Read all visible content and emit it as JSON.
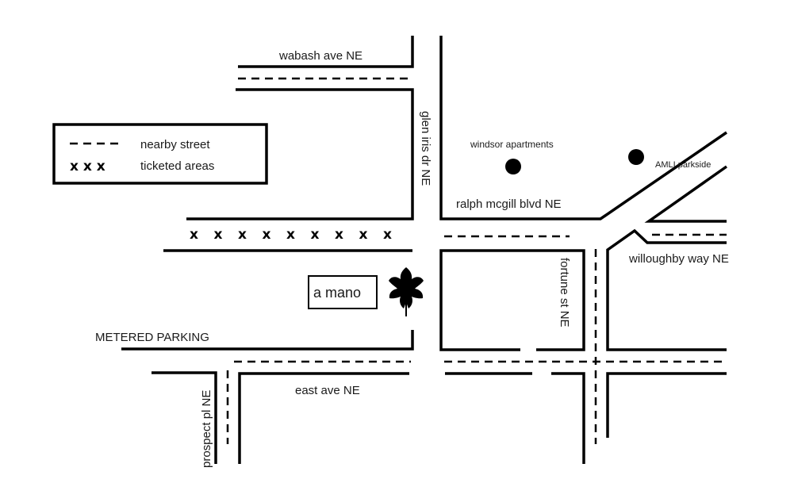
{
  "legend": {
    "nearby_street": "nearby street",
    "ticketed_areas": "ticketed areas",
    "ticketed_symbol": "x x x"
  },
  "streets": {
    "wabash": "wabash ave NE",
    "glen_iris": "glen iris dr NE",
    "ralph_mcgill": "ralph mcgill blvd NE",
    "willoughby": "willoughby way NE",
    "fortune": "fortune st NE",
    "east_ave": "east ave NE",
    "prospect": "prospect pl NE"
  },
  "places": {
    "windsor": "windsor apartments",
    "amli": "AMLI parkside",
    "a_mano": "a mano",
    "metered_parking": "METERED PARKING"
  },
  "ticket_mark": "x",
  "ticket_count": 9,
  "icons": {
    "restaurant": "fig-leaf-icon",
    "place_marker": "filled-circle-icon"
  }
}
